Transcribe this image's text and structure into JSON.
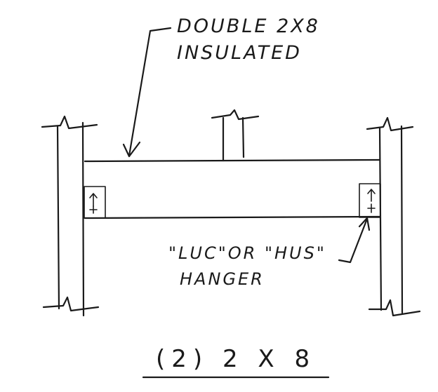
{
  "diagram": {
    "top_note": {
      "line1": "DOUBLE 2X8",
      "line2": "INSULATED"
    },
    "hanger_note": {
      "line1": "\"LUC\"OR \"HUS\"",
      "line2": "HANGER"
    },
    "caption": "(2) 2 X 8",
    "hanger_marks": {
      "left": "↑\n+",
      "right": "↑\n+"
    }
  }
}
